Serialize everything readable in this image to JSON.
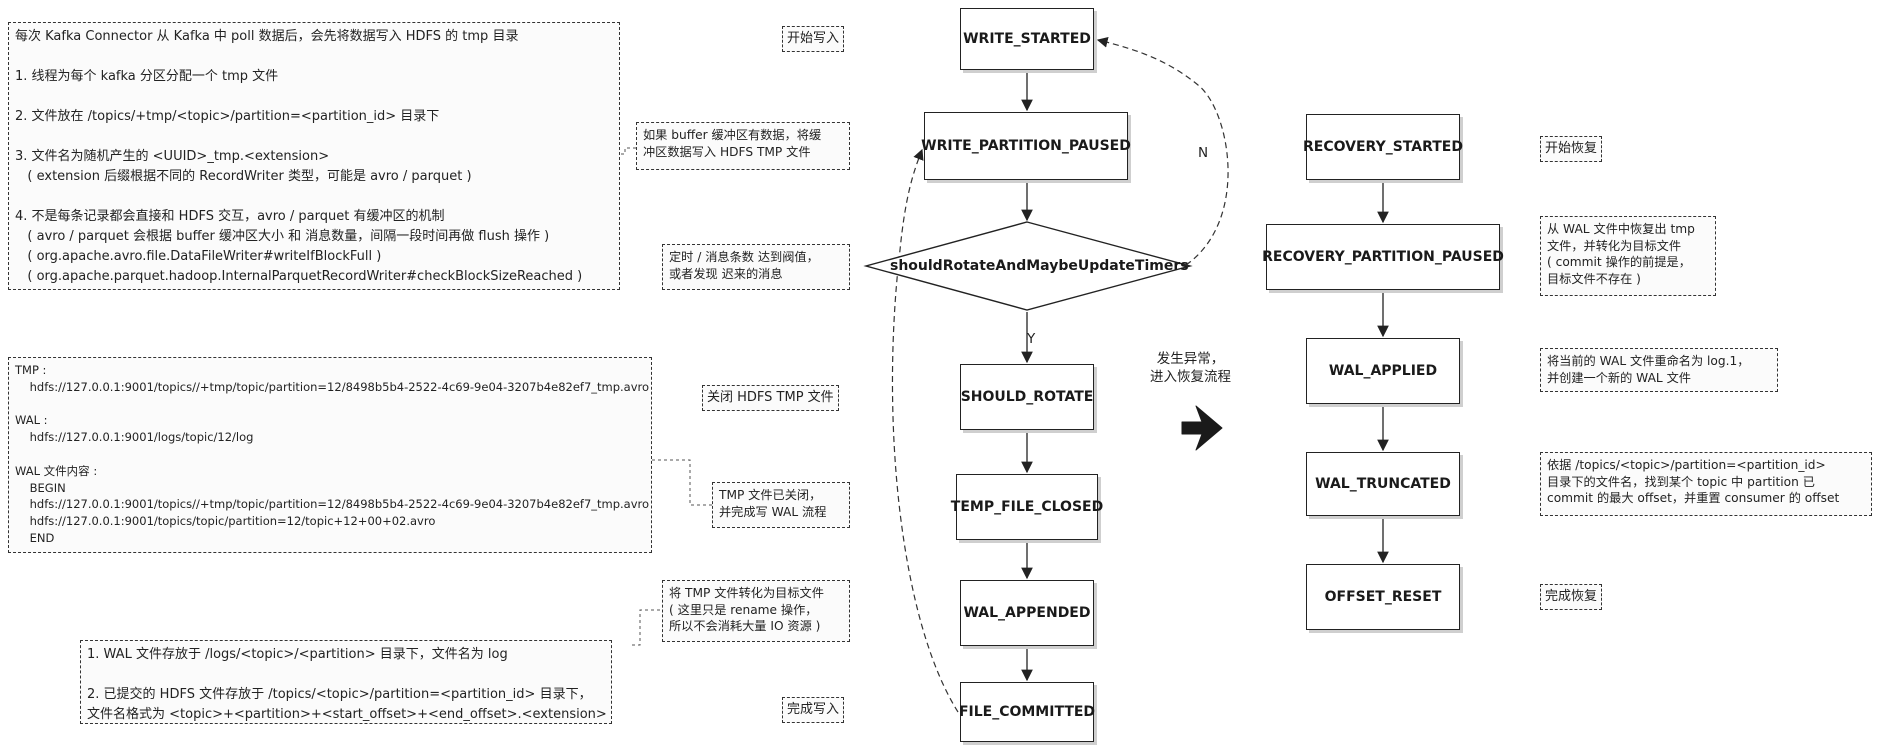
{
  "notes": {
    "write_intro": "每次 Kafka Connector 从 Kafka 中 poll 数据后，会先将数据写入 HDFS 的 tmp 目录\n\n1. 线程为每个 kafka 分区分配一个 tmp 文件\n\n2. 文件放在 /topics/+tmp/<topic>/partition=<partition_id> 目录下\n\n3. 文件名为随机产生的 <UUID>_tmp.<extension>\n   ( extension 后缀根据不同的 RecordWriter 类型，可能是 avro / parquet )\n\n4. 不是每条记录都会直接和 HDFS 交互，avro / parquet 有缓冲区的机制\n   ( avro / parquet 会根据 buffer 缓冲区大小 和 消息数量，间隔一段时间再做 flush 操作 )\n   ( org.apache.avro.file.DataFileWriter#writeIfBlockFull )\n   ( org.apache.parquet.hadoop.InternalParquetRecordWriter#checkBlockSizeReached )",
    "paths": "TMP :\n    hdfs://127.0.0.1:9001/topics//+tmp/topic/partition=12/8498b5b4-2522-4c69-9e04-3207b4e82ef7_tmp.avro\n\nWAL :\n    hdfs://127.0.0.1:9001/logs/topic/12/log\n\nWAL 文件内容 :\n    BEGIN\n    hdfs://127.0.0.1:9001/topics//+tmp/topic/partition=12/8498b5b4-2522-4c69-9e04-3207b4e82ef7_tmp.avro\n    hdfs://127.0.0.1:9001/topics/topic/partition=12/topic+12+00+02.avro\n    END",
    "wal_location": "1. WAL 文件存放于 /logs/<topic>/<partition> 目录下，文件名为 log\n\n2. 已提交的 HDFS 文件存放于 /topics/<topic>/partition=<partition_id> 目录下，\n文件名格式为 <topic>+<partition>+<start_offset>+<end_offset>.<extension>",
    "buffer_flush": "如果 buffer 缓冲区有数据，将缓\n冲区数据写入 HDFS TMP 文件",
    "rotate_cond": "定时 / 消息条数 达到阀值，\n或者发现 迟来的消息",
    "tmp_closed": "TMP 文件已关闭，\n并完成写 WAL 流程",
    "commit_rename": "将 TMP 文件转化为目标文件\n( 这里只是 rename 操作，\n所以不会消耗大量 IO 资源 )",
    "recover_tmp": "从 WAL 文件中恢复出 tmp\n文件，并转化为目标文件\n( commit 操作的前提是，\n目标文件不存在 )",
    "wal_rename": "将当前的 WAL 文件重命名为 log.1，\n并创建一个新的 WAL 文件",
    "offset_find": "依据 /topics/<topic>/partition=<partition_id>\n目录下的文件名，找到某个 topic 中 partition 已\ncommit 的最大 offset，并重置 consumer 的 offset"
  },
  "tags": {
    "start_write": "开始写入",
    "close_tmp": "关闭 HDFS TMP 文件",
    "finish_write": "完成写入",
    "start_recovery": "开始恢复",
    "finish_recovery": "完成恢复"
  },
  "states": {
    "write_started": "WRITE_STARTED",
    "write_partition_paused": "WRITE_PARTITION_PAUSED",
    "should_rotate_decision": "shouldRotateAndMaybeUpdateTimers",
    "should_rotate": "SHOULD_ROTATE",
    "temp_file_closed": "TEMP_FILE_CLOSED",
    "wal_appended": "WAL_APPENDED",
    "file_committed": "FILE_COMMITTED",
    "recovery_started": "RECOVERY_STARTED",
    "recovery_partition_paused": "RECOVERY_PARTITION_PAUSED",
    "wal_applied": "WAL_APPLIED",
    "wal_truncated": "WAL_TRUNCATED",
    "offset_reset": "OFFSET_RESET"
  },
  "edge_labels": {
    "no": "N",
    "yes": "Y"
  },
  "exception_label": "发生异常，\n进入恢复流程",
  "colors": {
    "line": "#333333",
    "box_border": "#222222",
    "note_bg": "#fbfbfb"
  },
  "icons": {
    "arrow": "right-arrow-icon"
  }
}
